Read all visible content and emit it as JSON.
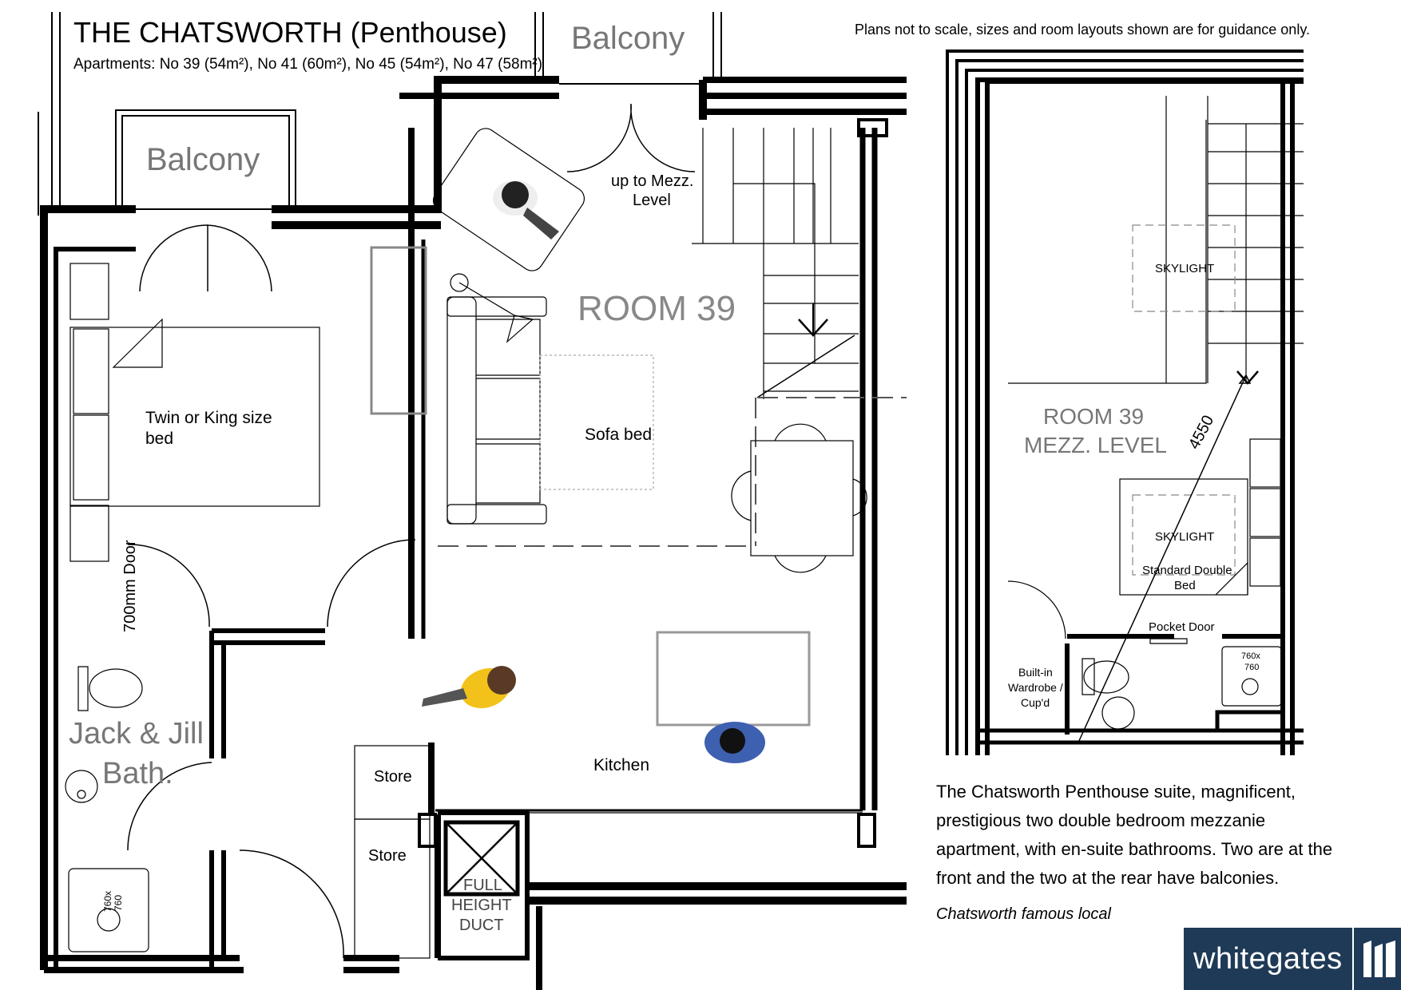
{
  "header": {
    "title": "THE CHATSWORTH (Penthouse)",
    "subtitle": "Apartments: No 39 (54m²), No 41 (60m²), No 45 (54m²), No 47 (58m²)",
    "disclaimer": "Plans not to scale, sizes and room layouts shown are for guidance only."
  },
  "plan": {
    "balcony_top": "Balcony",
    "balcony_left": "Balcony",
    "up_to_mezz_line1": "up to Mezz.",
    "up_to_mezz_line2": "Level",
    "room": "ROOM 39",
    "bed_line1": "Twin or King size",
    "bed_line2": "bed",
    "sofa": "Sofa bed",
    "door_700": "700mm Door",
    "bath_line1": "Jack & Jill",
    "bath_line2": "Bath.",
    "store1": "Store",
    "store2": "Store",
    "kitchen": "Kitchen",
    "duct_line1": "FULL",
    "duct_line2": "HEIGHT",
    "duct_line3": "DUCT",
    "shower_line1": "760x",
    "shower_line2": "760"
  },
  "mezz": {
    "skylight1": "SKYLIGHT",
    "skylight2": "SKYLIGHT",
    "room_line1": "ROOM 39",
    "room_line2": "MEZZ. LEVEL",
    "dimension": "4550",
    "bed_line1": "Standard Double",
    "bed_line2": "Bed",
    "pocket_door": "Pocket Door",
    "wardrobe_line1": "Built-in",
    "wardrobe_line2": "Wardrobe /",
    "wardrobe_line3": "Cup'd",
    "shower_line1": "760x",
    "shower_line2": "760"
  },
  "description": "The Chatsworth Penthouse suite, magnificent, prestigious two double bedroom mezzanie apartment, with en-suite bathrooms.  Two are at the front and the two at the rear have balconies.",
  "tagline": "Chatsworth  famous local",
  "logo": {
    "text": "whitegates",
    "color": "#1f3a57"
  }
}
